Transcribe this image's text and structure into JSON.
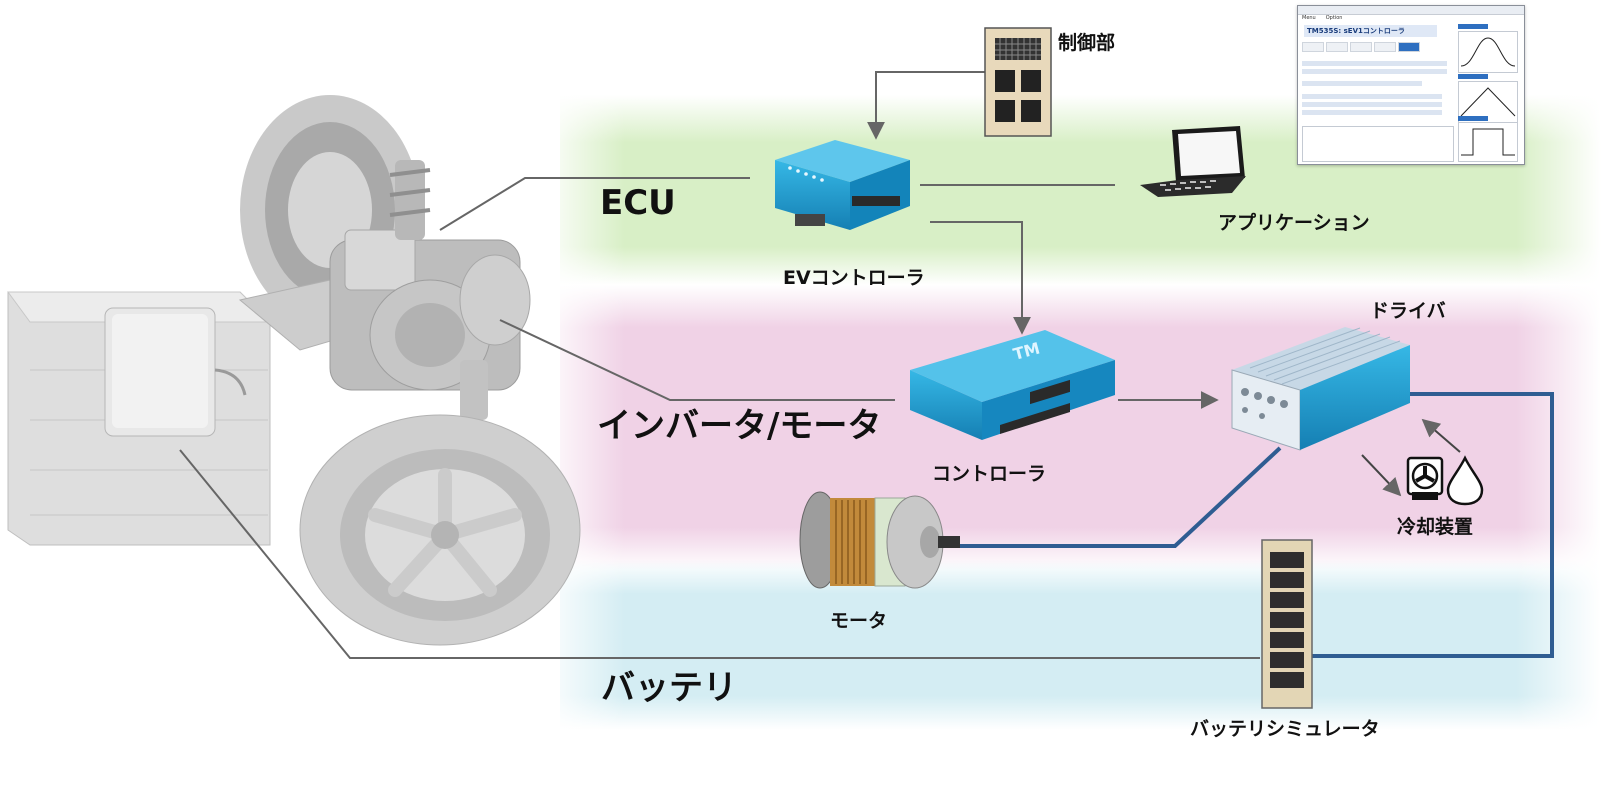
{
  "bands": {
    "ecu": "ECU",
    "inverter_motor": "インバータ/モータ",
    "battery": "バッテリ"
  },
  "devices": {
    "control_unit": "制御部",
    "ev_controller": "EVコントローラ",
    "application": "アプリケーション",
    "controller": "コントローラ",
    "driver": "ドライバ",
    "cooling_device": "冷却装置",
    "motor": "モータ",
    "battery_simulator": "バッテリシミュレータ"
  },
  "app_window": {
    "title": "TM535S: sEV1コントローラ",
    "menu": [
      "Menu",
      "Option"
    ]
  },
  "colors": {
    "ecu_band": "#d8efc6",
    "inverter_band": "#f0d2e6",
    "battery_band": "#d4edf3",
    "device_blue": "#1aa3d6",
    "power_line": "#2f5d92",
    "signal_line": "#666666"
  }
}
